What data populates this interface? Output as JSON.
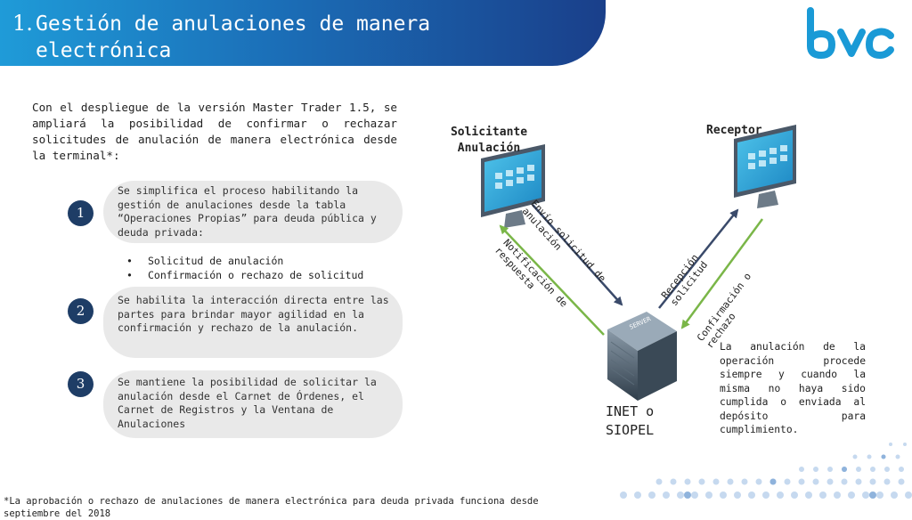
{
  "header": {
    "number": "1.",
    "title": "Gestión de anulaciones de manera electrónica"
  },
  "logo": {
    "text": "bvc",
    "color": "#1a9ad6"
  },
  "intro": "Con el despliegue de la versión Master Trader 1.5, se ampliará la posibilidad de confirmar o rechazar solicitudes de anulación de manera electrónica desde la terminal*:",
  "items": [
    {
      "badge": "1",
      "text": "Se simplifica el proceso habilitando la gestión de anulaciones desde la tabla “Operaciones Propias” para deuda pública y deuda privada:"
    },
    {
      "badge": "2",
      "text": "Se habilita la interacción directa entre las partes  para brindar mayor agilidad en la confirmación y rechazo de la anulación."
    },
    {
      "badge": "3",
      "text": "Se mantiene la posibilidad de solicitar la anulación desde el Carnet de Órdenes, el Carnet de Registros y la Ventana de Anulaciones"
    }
  ],
  "bullets": [
    "Solicitud de anulación",
    "Confirmación o rechazo de solicitud"
  ],
  "diagram": {
    "requester_label": "Solicitante Anulación",
    "receiver_label": "Receptor",
    "server_label": "INET o SIOPEL",
    "server_tag": "SERVER",
    "arrow_send": "Envío solicitud de anulación",
    "arrow_notify": "Notificación de respuesta",
    "arrow_receive": "Recepción solicitud",
    "arrow_confirm": "Confirmación o rechazo",
    "dark_arrow_color": "#3a4a6a",
    "green_arrow_color": "#7ab648"
  },
  "note": "La anulación de la operación procede siempre y cuando la misma no haya sido cumplida o enviada al depósito para cumplimiento.",
  "footnote": "*La aprobación o rechazo de anulaciones de manera electrónica para deuda privada funciona desde septiembre del 2018"
}
